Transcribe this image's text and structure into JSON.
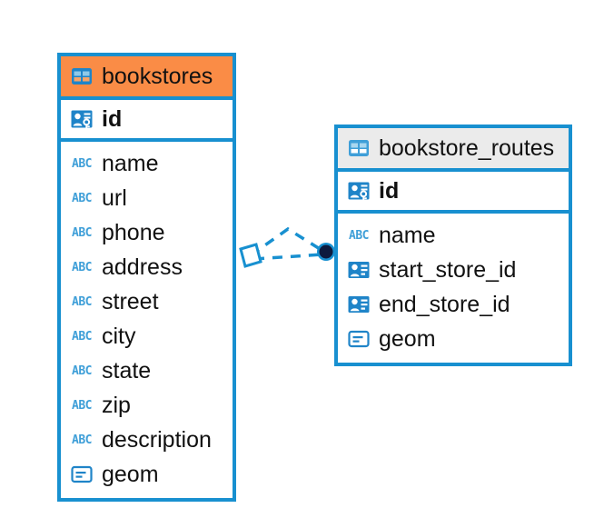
{
  "diagram": {
    "title": "bookstores-bookstore_routes-er-diagram",
    "background": "#ffffff",
    "accent_color": "#1890d0",
    "highlight_header_color": "#fa8c46",
    "plain_header_color": "#ebebeb",
    "icon_blue": "#3f9fd8",
    "relationship_dot_color": "#0d1b3e"
  },
  "tables": [
    {
      "id": "bookstores",
      "name": "bookstores",
      "header_icon": "table-icon",
      "header_style": "highlighted",
      "primary_key": {
        "icon": "primary-key-icon",
        "name": "id"
      },
      "fields": [
        {
          "icon": "abc-text-icon",
          "name": "name"
        },
        {
          "icon": "abc-text-icon",
          "name": "url"
        },
        {
          "icon": "abc-text-icon",
          "name": "phone"
        },
        {
          "icon": "abc-text-icon",
          "name": "address"
        },
        {
          "icon": "abc-text-icon",
          "name": "street"
        },
        {
          "icon": "abc-text-icon",
          "name": "city"
        },
        {
          "icon": "abc-text-icon",
          "name": "state"
        },
        {
          "icon": "abc-text-icon",
          "name": "zip"
        },
        {
          "icon": "abc-text-icon",
          "name": "description"
        },
        {
          "icon": "geometry-icon",
          "name": "geom"
        }
      ]
    },
    {
      "id": "bookstore_routes",
      "name": "bookstore_routes",
      "header_icon": "table-icon",
      "header_style": "plain",
      "primary_key": {
        "icon": "primary-key-icon",
        "name": "id"
      },
      "fields": [
        {
          "icon": "abc-text-icon",
          "name": "name"
        },
        {
          "icon": "foreign-key-icon",
          "name": "start_store_id"
        },
        {
          "icon": "foreign-key-icon",
          "name": "end_store_id"
        },
        {
          "icon": "geometry-icon",
          "name": "geom"
        }
      ]
    }
  ],
  "relationship": {
    "from_table": "bookstores",
    "to_table": "bookstore_routes",
    "from_endpoint": "diamond-endpoint",
    "to_endpoint": "filled-circle-endpoint",
    "line_style": "dashed",
    "connector_count": 2
  }
}
